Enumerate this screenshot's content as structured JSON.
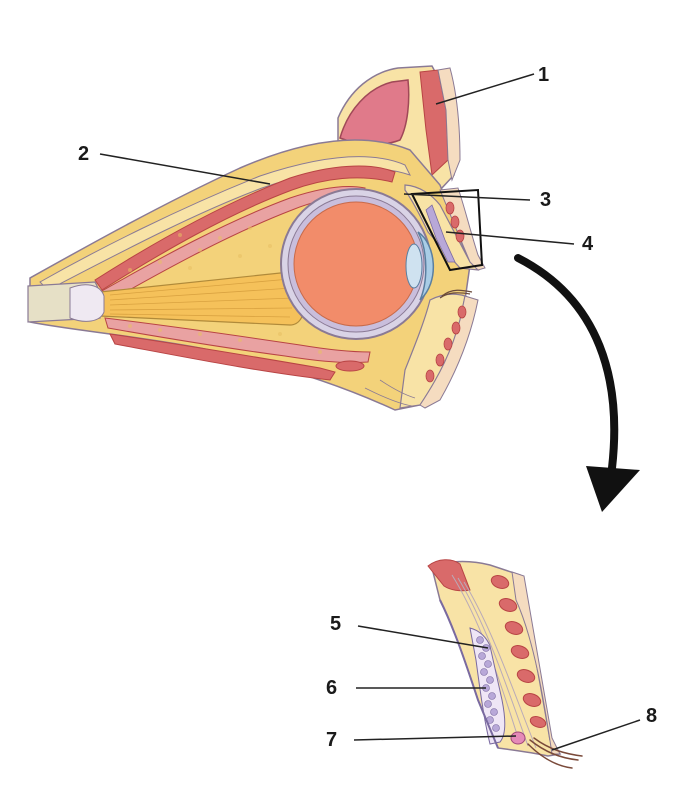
{
  "labels": {
    "l1": "1",
    "l2": "2",
    "l3": "3",
    "l4": "4",
    "l5": "5",
    "l6": "6",
    "l7": "7",
    "l8": "8"
  },
  "colors": {
    "fat": "#f3d27a",
    "fat_light": "#f8e3a6",
    "muscle": "#d96a6a",
    "muscle_dark": "#b84444",
    "muscle_pink": "#e9a2a2",
    "sclera": "#d9d3e6",
    "eye_inner": "#f28c6a",
    "cornea": "#a9cde6",
    "gland": "#b8a8d8",
    "nerve": "#f5c15a",
    "skin": "#f5dcc0",
    "outline": "#8a7a95",
    "arrow": "#111111",
    "leader": "#222222"
  }
}
